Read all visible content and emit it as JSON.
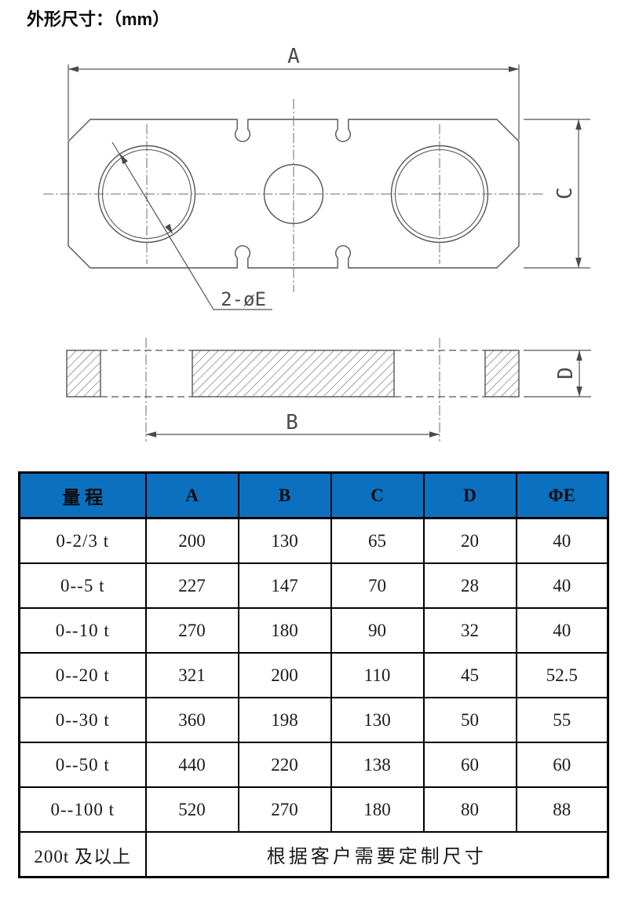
{
  "title": "外形尺寸：（mm）",
  "drawing": {
    "labels": {
      "dim_a": "A",
      "dim_b": "B",
      "dim_c": "C",
      "dim_d": "D",
      "hole_callout": "2-øE"
    },
    "line_color": "#555555",
    "centerline_color": "#6e6e6e"
  },
  "table": {
    "header_bg": "#0b70c0",
    "border_color": "#000000",
    "header": [
      "量 程",
      "A",
      "B",
      "C",
      "D",
      "ΦE"
    ],
    "rows": [
      [
        "0-2/3 t",
        "200",
        "130",
        "65",
        "20",
        "40"
      ],
      [
        "0--5 t",
        "227",
        "147",
        "70",
        "28",
        "40"
      ],
      [
        "0--10 t",
        "270",
        "180",
        "90",
        "32",
        "40"
      ],
      [
        "0--20 t",
        "321",
        "200",
        "110",
        "45",
        "52.5"
      ],
      [
        "0--30 t",
        "360",
        "198",
        "130",
        "50",
        "55"
      ],
      [
        "0--50 t",
        "440",
        "220",
        "138",
        "60",
        "60"
      ],
      [
        "0--100 t",
        "520",
        "270",
        "180",
        "80",
        "88"
      ]
    ],
    "footer": {
      "label": "200t 及以上",
      "value": "根据客户需要定制尺寸"
    }
  }
}
